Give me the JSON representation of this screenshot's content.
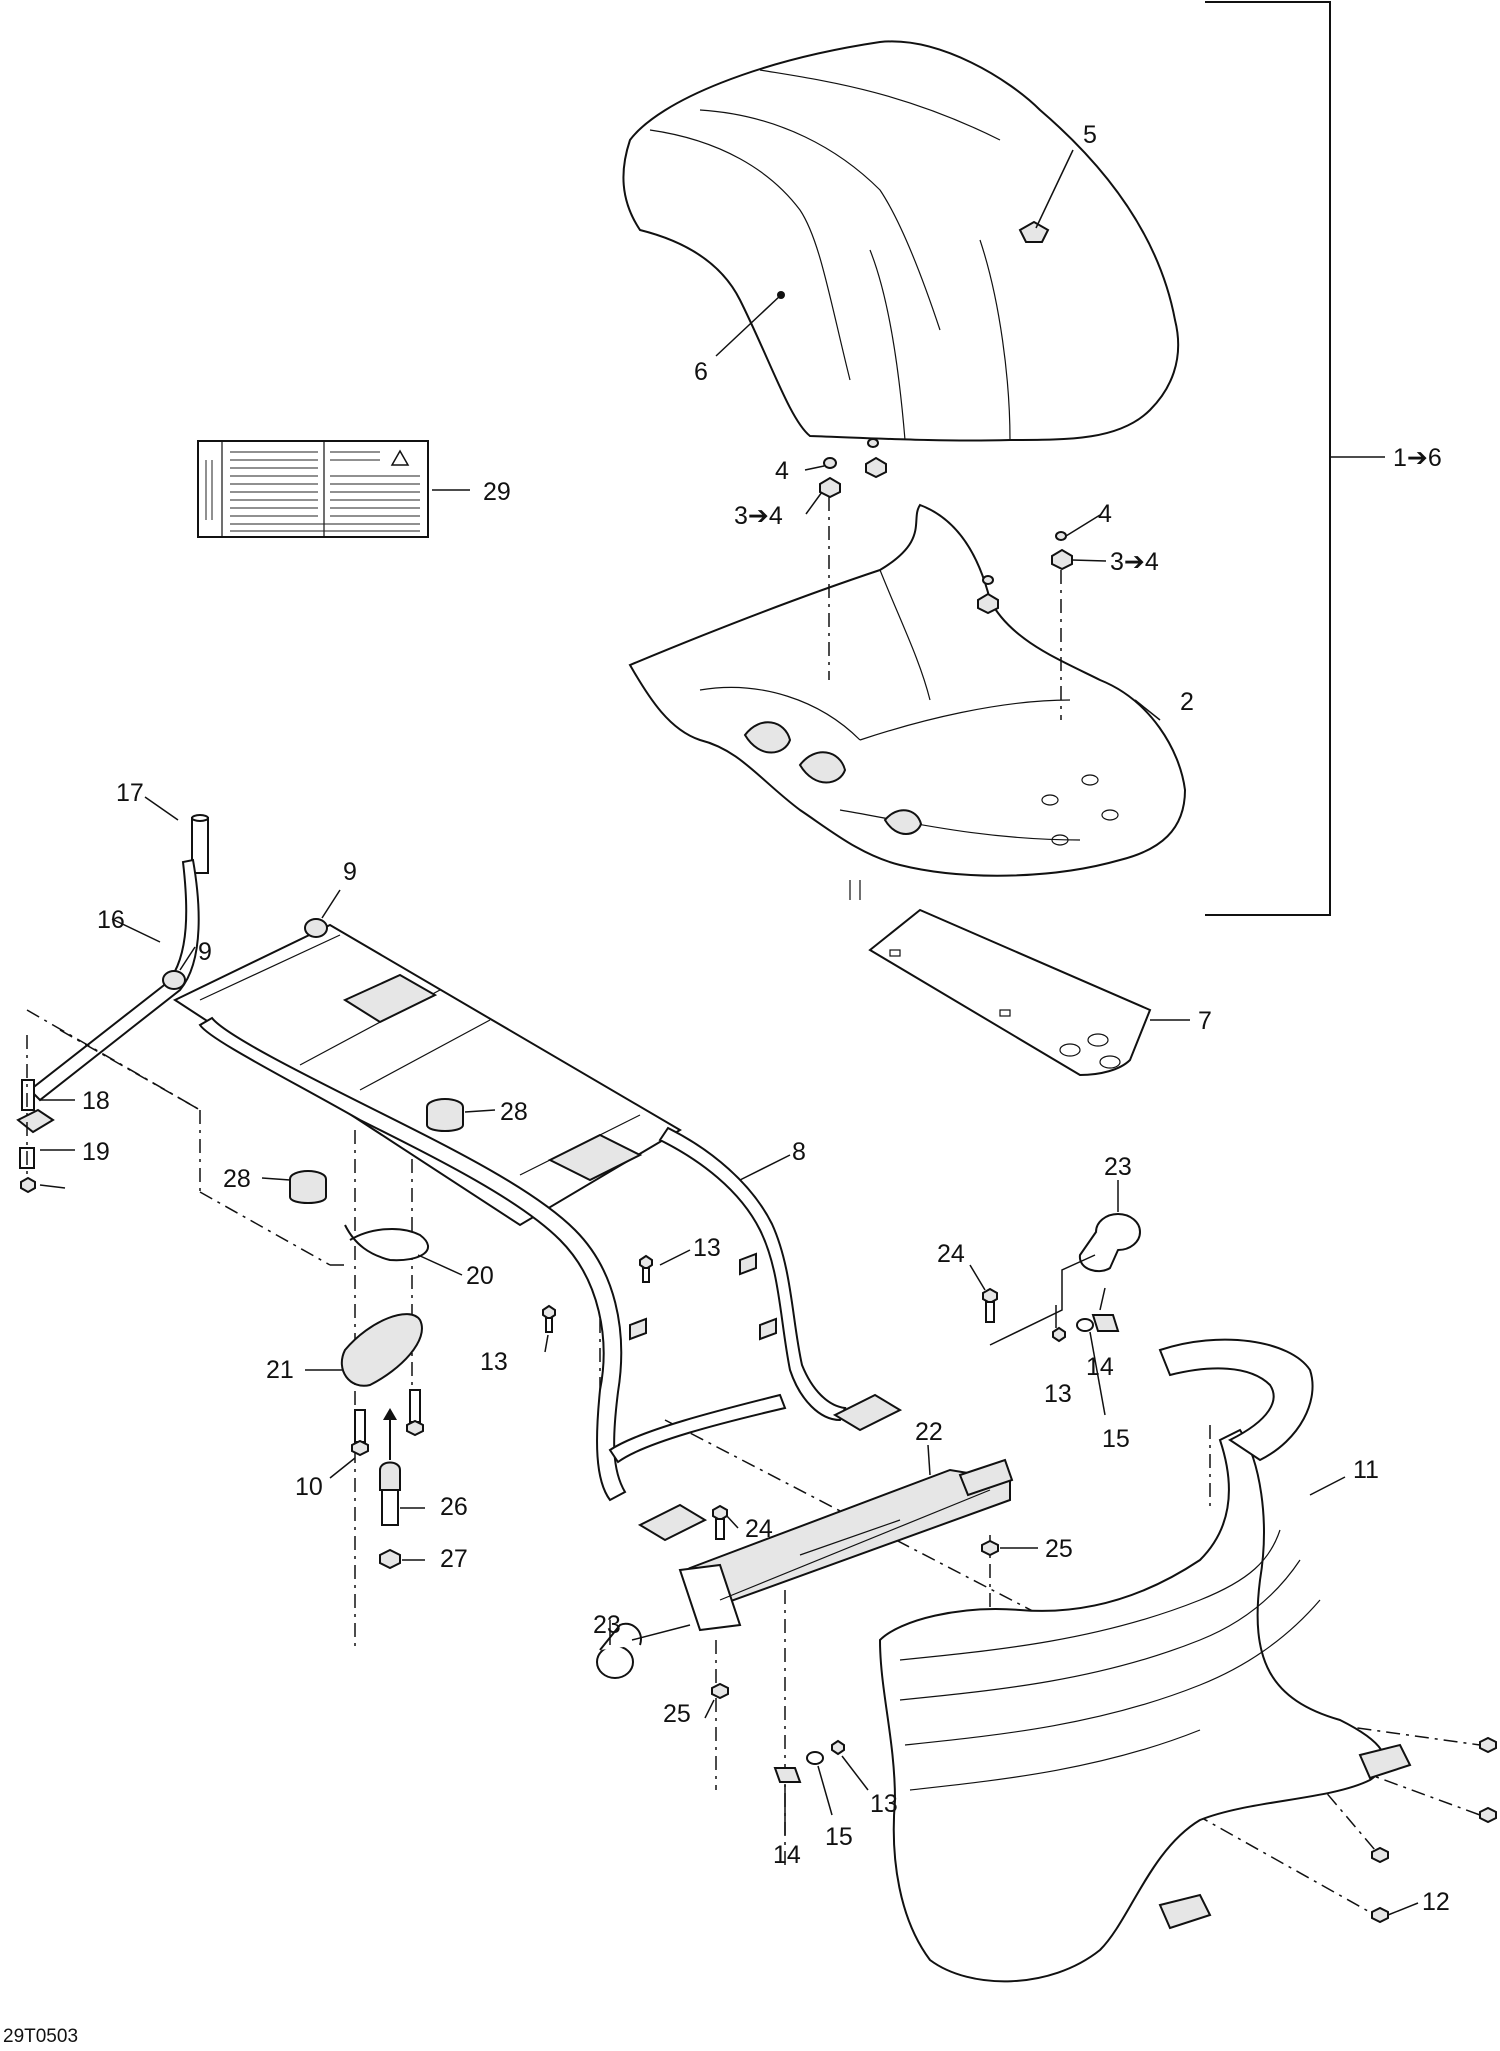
{
  "diagram_code": "29T0503",
  "range_label": "1➔6",
  "callouts": {
    "c2": "2",
    "c3a": "3➔4",
    "c3b": "3➔4",
    "c4a": "4",
    "c4b": "4",
    "c5": "5",
    "c6": "6",
    "c7": "7",
    "c8": "8",
    "c9a": "9",
    "c9b": "9",
    "c10": "10",
    "c11": "11",
    "c12": "12",
    "c13a": "13",
    "c13b": "13",
    "c13c": "13",
    "c13d": "13",
    "c14a": "14",
    "c14b": "14",
    "c15a": "15",
    "c15b": "15",
    "c16": "16",
    "c17": "17",
    "c18": "18",
    "c19": "19",
    "c20": "20",
    "c21": "21",
    "c22": "22",
    "c23a": "23",
    "c23b": "23",
    "c24a": "24",
    "c24b": "24",
    "c25a": "25",
    "c25b": "25",
    "c26": "26",
    "c27": "27",
    "c28a": "28",
    "c28b": "28",
    "c29": "29"
  }
}
